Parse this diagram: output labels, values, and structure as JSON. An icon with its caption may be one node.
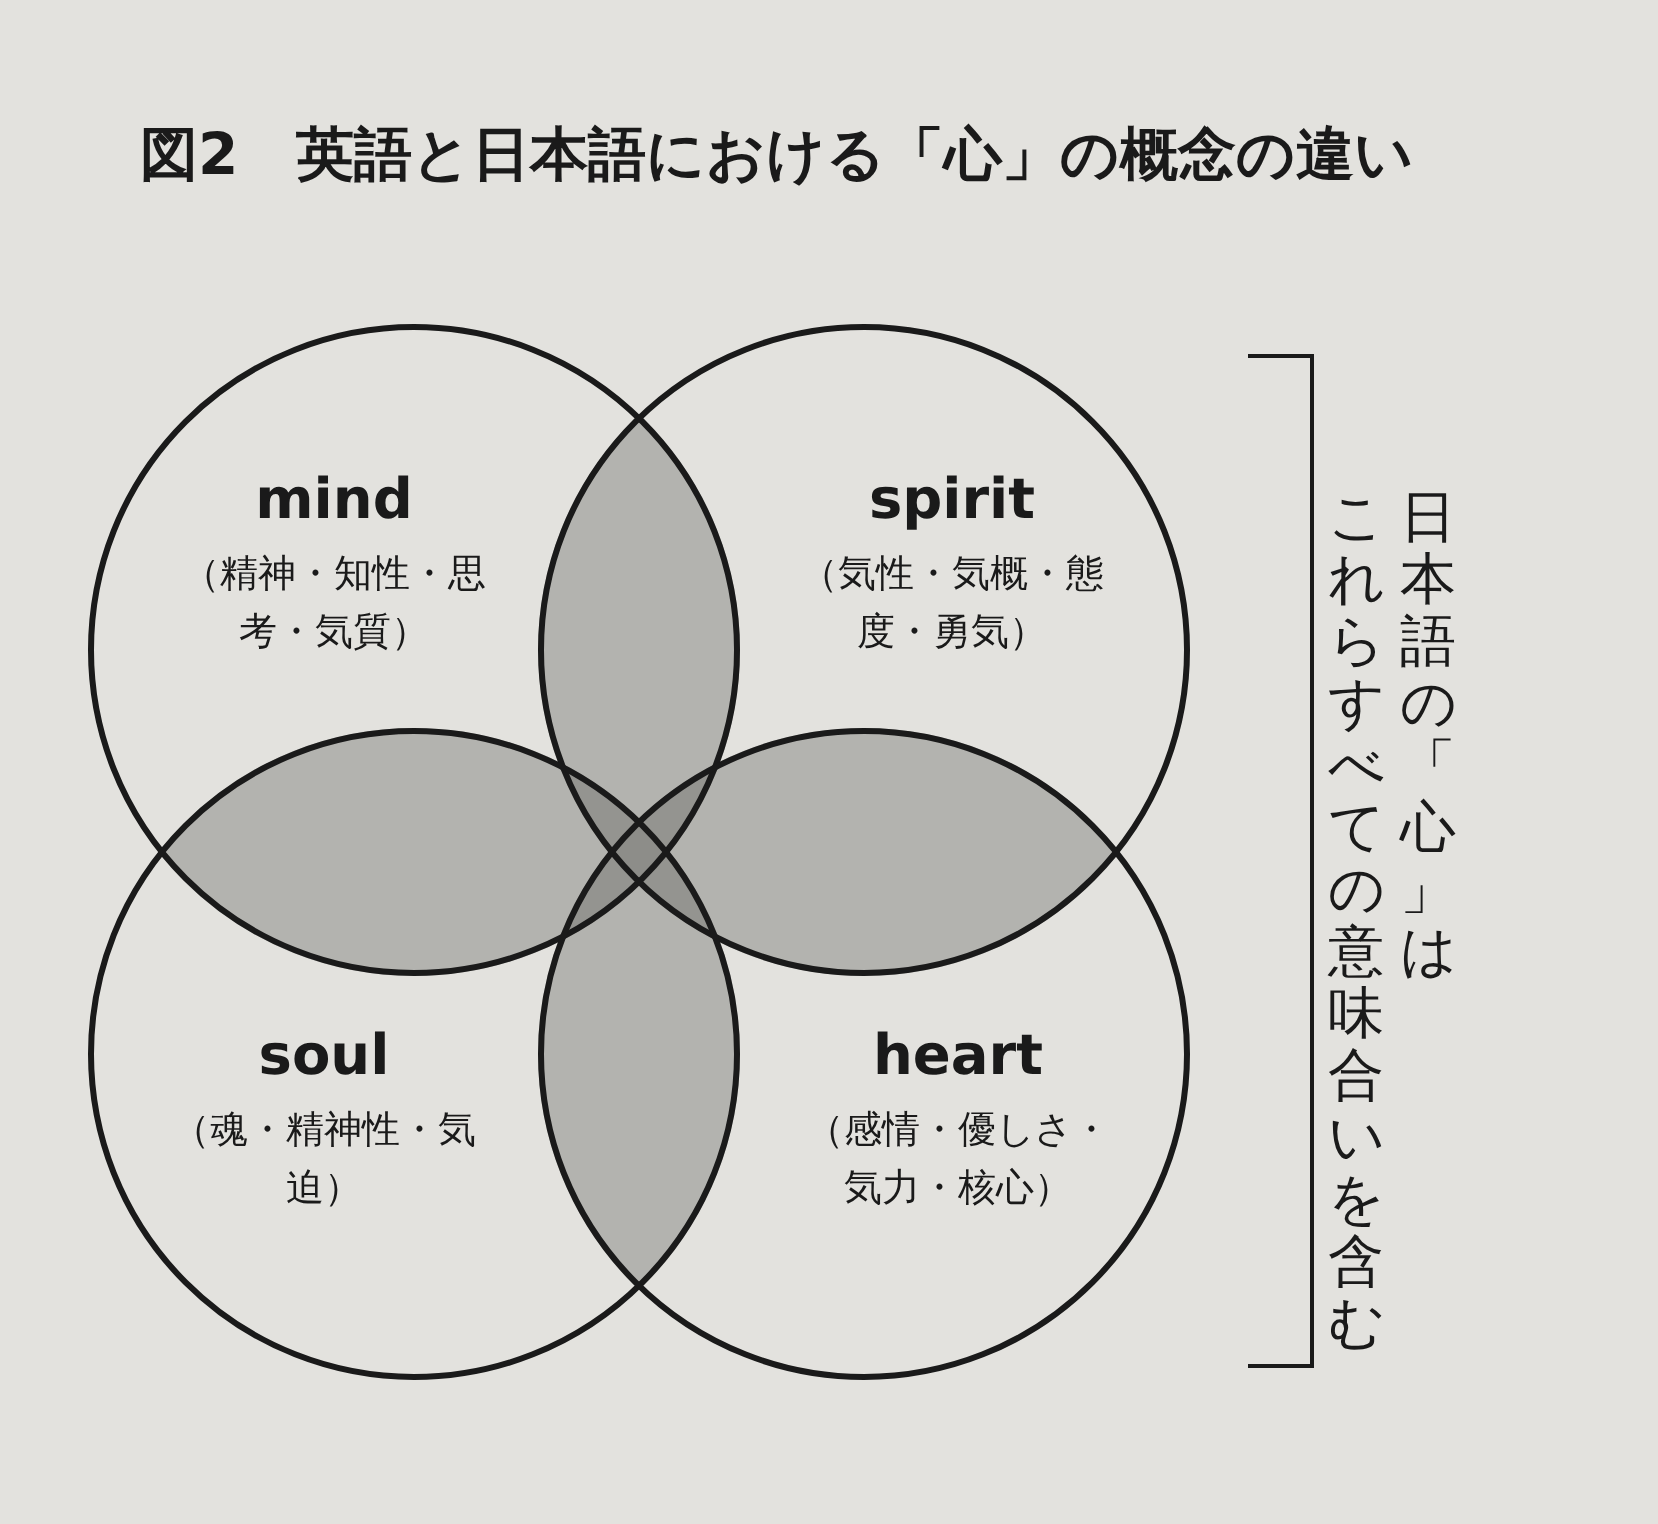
{
  "diagram": {
    "title": "図2　英語と日本語における「心」の概念の違い",
    "nodes": [
      {
        "text": [
          "mind",
          "（精神・知性・思考・気質）"
        ]
      },
      {
        "text": [
          "spirit",
          "（気性・気概・態度・勇気）"
        ]
      },
      {
        "text": [
          "soul",
          "（魂・精神性・気迫）"
        ]
      },
      {
        "text": [
          "heart",
          "（感情・優しさ・気力・核心）"
        ]
      }
    ],
    "edges": [],
    "labels": [
      "日本語の「心」は",
      "これらすべての意味合いを含む"
    ]
  }
}
